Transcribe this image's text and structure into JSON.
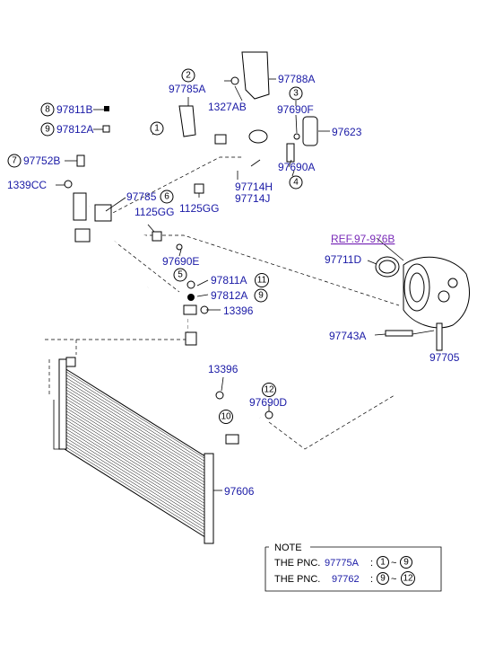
{
  "callouts": {
    "n2": "2",
    "n3": "3",
    "n1": "1",
    "n4": "4",
    "n5": "5",
    "n6": "6",
    "n7": "7",
    "n8": "8",
    "n9a": "9",
    "n9b": "9",
    "n10": "10",
    "n11": "11",
    "n12": "12"
  },
  "labels": {
    "p97785A": "97785A",
    "p97788A": "97788A",
    "p1327AB": "1327AB",
    "p97690F": "97690F",
    "p97623": "97623",
    "p97811B": "97811B",
    "p97812A_top": "97812A",
    "p97752B": "97752B",
    "p1339CC": "1339CC",
    "p97690A": "97690A",
    "p97714H": "97714H",
    "p97714J": "97714J",
    "p97785": "97785",
    "p1125GG_a": "1125GG",
    "p1125GG_b": "1125GG",
    "ref": "REF.97-976B",
    "p97711D": "97711D",
    "p97690E": "97690E",
    "p97811A": "97811A",
    "p97812A_mid": "97812A",
    "p13396_a": "13396",
    "p97743A": "97743A",
    "p97705": "97705",
    "p13396_b": "13396",
    "p97690D": "97690D",
    "p97606": "97606"
  },
  "note": {
    "title": "NOTE",
    "row1_prefix": "THE PNC.",
    "row1_part": "97775A",
    "row1_from": "1",
    "row1_tilde": "~",
    "row1_to": "9",
    "row2_prefix": "THE PNC.",
    "row2_part": "97762",
    "row2_from": "9",
    "row2_tilde": "~",
    "row2_to": "12"
  }
}
